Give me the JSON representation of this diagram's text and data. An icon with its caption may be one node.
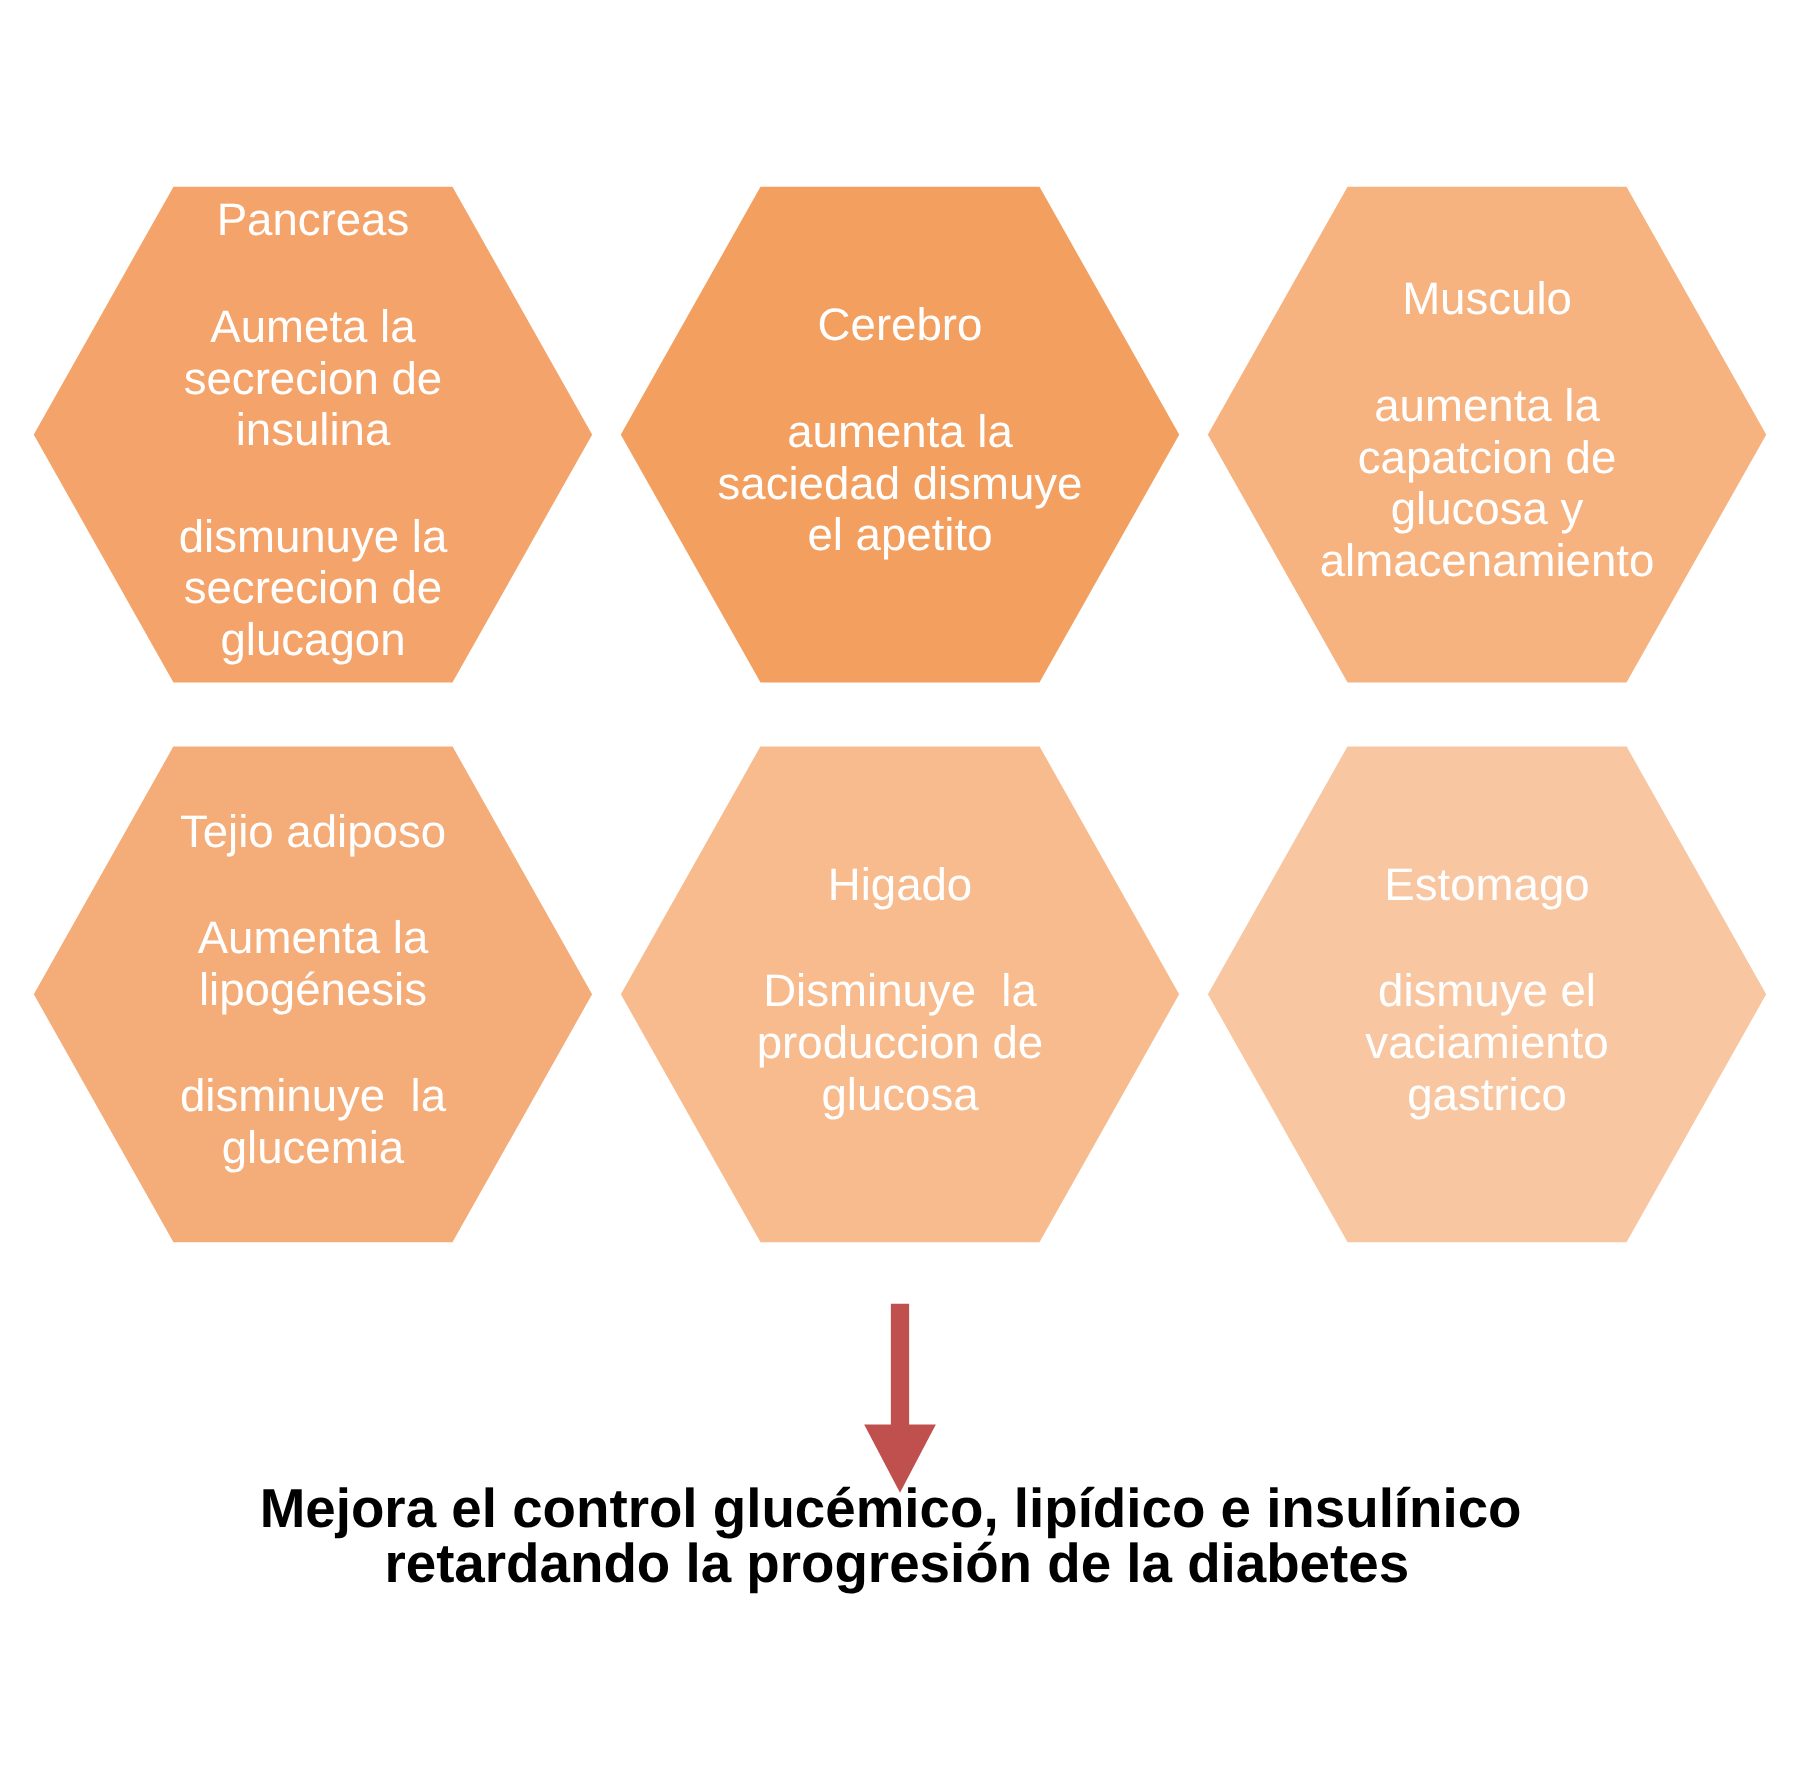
{
  "diagram": {
    "nodes": [
      {
        "text": [
          "Pancreas",
          "Aumeta la secrecion de insulina",
          "dismunuye la secrecion de glucagon"
        ]
      },
      {
        "text": [
          "Cerebro",
          "aumenta la saciedad dismuye el apetito"
        ]
      },
      {
        "text": [
          "Musculo",
          "aumenta la capatcion de glucosa y almacenamiento"
        ]
      },
      {
        "text": [
          "Tejio adiposo",
          "Aumenta la lipogénesis",
          "disminuye  la glucemia"
        ]
      },
      {
        "text": [
          "Higado",
          "Disminuye  la produccion de glucosa"
        ]
      },
      {
        "text": [
          "Estomago",
          "dismuye el vaciamiento gastrico"
        ]
      },
      {
        "text": [
          "Mejora el control glucémico, lipídico e insulínico retardando la progresión de la diabetes"
        ]
      }
    ],
    "edges": [
      {
        "from": null,
        "to": 6,
        "arrow": "to",
        "color": "#c0504d"
      }
    ]
  }
}
